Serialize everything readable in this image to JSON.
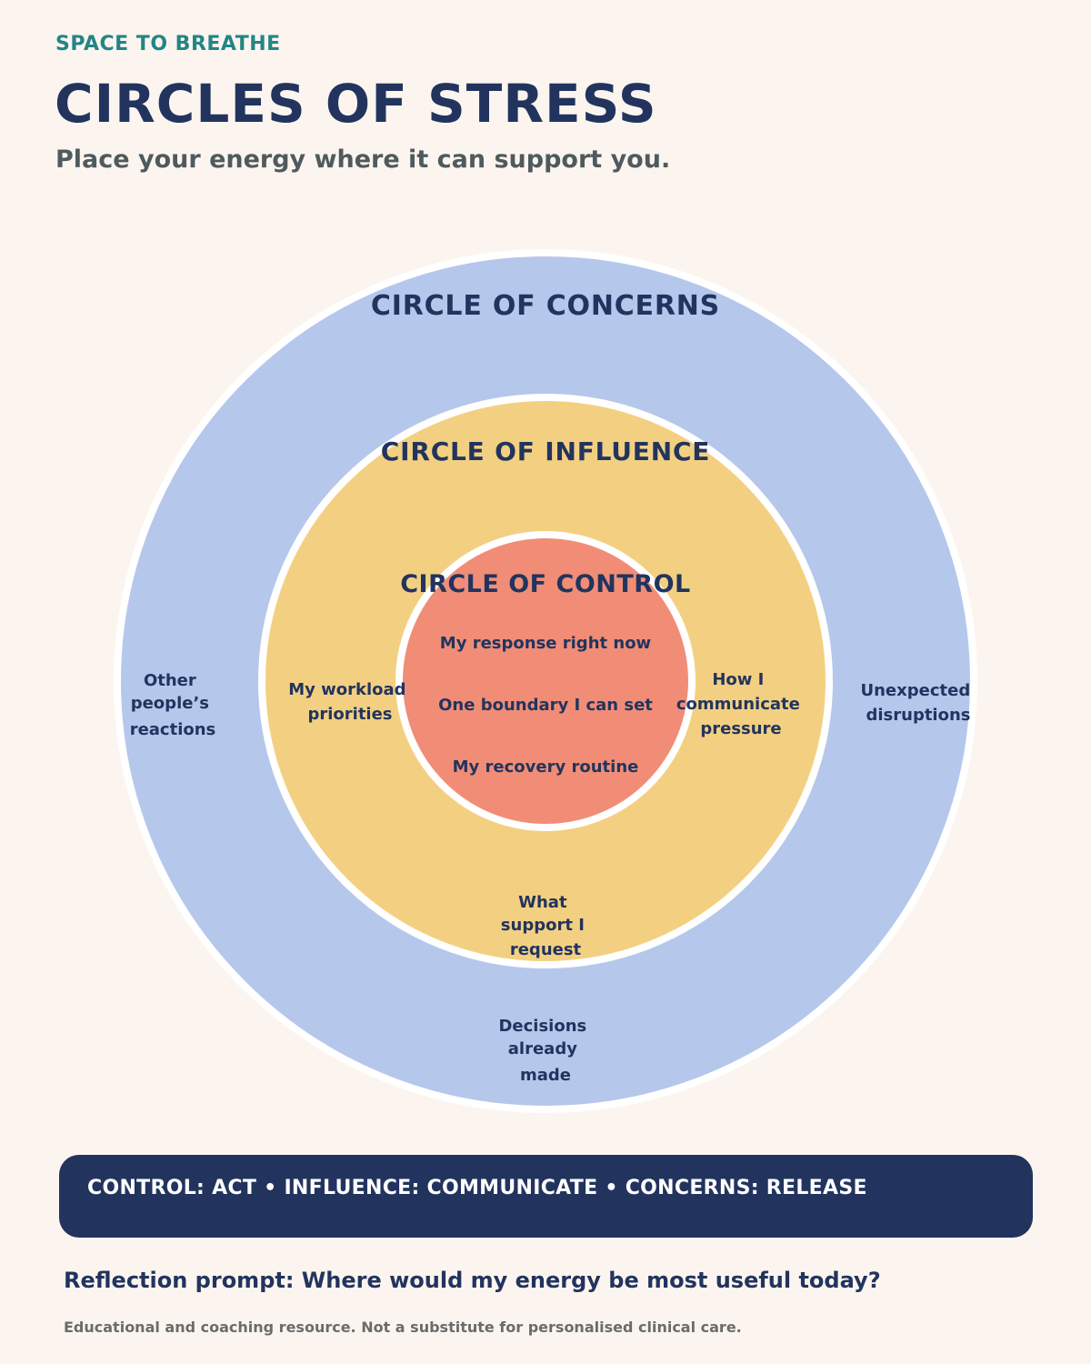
{
  "header": {
    "eyebrow": "SPACE TO BREATHE",
    "title": "CIRCLES OF STRESS",
    "subtitle": "Place your energy where it can support you."
  },
  "colors": {
    "background": "#fcf5ef",
    "concerns": "#b6c7ec",
    "influence": "#f3d081",
    "control": "#f18d76",
    "navy": "#22345e",
    "teal": "#238585"
  },
  "circles": {
    "concerns": {
      "title": "CIRCLE OF CONCERNS",
      "items": [
        [
          "Other",
          "people’s",
          "reactions"
        ],
        [
          "Unexpected",
          "disruptions"
        ],
        [
          "Decisions",
          "already",
          "made"
        ]
      ]
    },
    "influence": {
      "title": "CIRCLE OF INFLUENCE",
      "items": [
        [
          "My workload",
          "priorities"
        ],
        [
          "How I",
          "communicate",
          "pressure"
        ],
        [
          "What",
          "support I",
          "request"
        ]
      ]
    },
    "control": {
      "title": "CIRCLE OF CONTROL",
      "items": [
        "My response right now",
        "One boundary I can set",
        "My recovery routine"
      ]
    }
  },
  "banner": "CONTROL: ACT • INFLUENCE: COMMUNICATE • CONCERNS: RELEASE",
  "reflection": "Reflection prompt: Where would my energy be most useful today?",
  "disclaimer": "Educational and coaching resource. Not a substitute for personalised clinical care."
}
